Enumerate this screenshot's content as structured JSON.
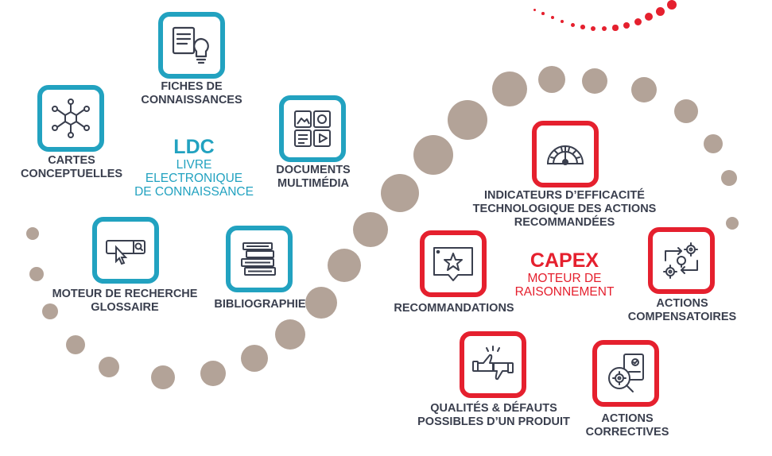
{
  "ldc": {
    "title": "LDC",
    "subtitle": [
      "LIVRE",
      "ELECTRONIQUE",
      "DE CONNAISSANCE"
    ]
  },
  "capex": {
    "title": "CAPEX",
    "subtitle": [
      "MOTEUR DE",
      "RAISONNEMENT"
    ]
  },
  "ldc_items": [
    {
      "id": "fiches",
      "icon": "document-lightbulb-icon",
      "lines": [
        "FICHES DE",
        "CONNAISSANCES"
      ]
    },
    {
      "id": "cartes",
      "icon": "mind-map-icon",
      "lines": [
        "CARTES",
        "CONCEPTUELLES"
      ]
    },
    {
      "id": "documents",
      "icon": "multimedia-documents-icon",
      "lines": [
        "DOCUMENTS",
        "MULTIMÉDIA"
      ]
    },
    {
      "id": "moteur",
      "icon": "search-bar-icon",
      "lines": [
        "MOTEUR DE RECHERCHE",
        "GLOSSAIRE"
      ]
    },
    {
      "id": "bibliographie",
      "icon": "books-stack-icon",
      "lines": [
        "BIBLIOGRAPHIE"
      ]
    }
  ],
  "capex_items": [
    {
      "id": "indicateurs",
      "icon": "gauge-icon",
      "lines": [
        "INDICATEURS D’EFFICACITÉ",
        "TECHNOLOGIQUE DES ACTIONS",
        "RECOMMANDÉES"
      ]
    },
    {
      "id": "recommandations",
      "icon": "star-screen-icon",
      "lines": [
        "RECOMMANDATIONS"
      ]
    },
    {
      "id": "compensatoires",
      "icon": "gears-arrows-icon",
      "lines": [
        "ACTIONS",
        "COMPENSATOIRES"
      ]
    },
    {
      "id": "qualites",
      "icon": "thumbs-up-down-icon",
      "lines": [
        "QUALITÉS & DÉFAUTS",
        "POSSIBLES D’UN PRODUIT"
      ]
    },
    {
      "id": "correctives",
      "icon": "magnifier-gear-icon",
      "lines": [
        "ACTIONS",
        "CORRECTIVES"
      ]
    }
  ],
  "colors": {
    "ldc": "#22a2c0",
    "capex": "#e5202e",
    "dots": "#b3a398",
    "text": "#3a3f4e"
  }
}
